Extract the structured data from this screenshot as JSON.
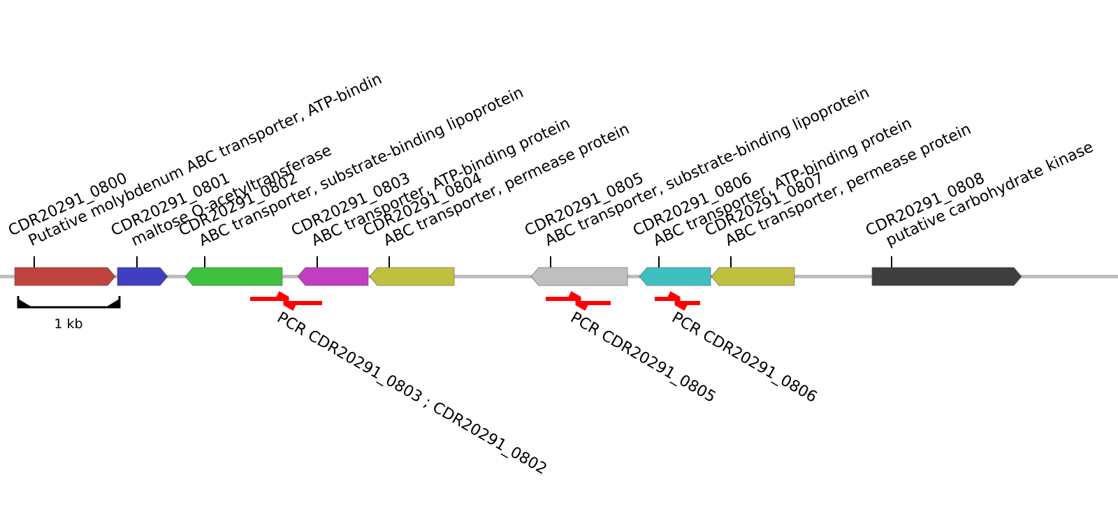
{
  "genes": [
    {
      "id": "CDR20291_0800",
      "product": "Putative molybdenum ABC transporter, ATP-bindin",
      "color": "#c0423f",
      "strand": "+"
    },
    {
      "id": "CDR20291_0801",
      "product": "maltose O-acetyltransferase",
      "color": "#3f3fc0",
      "strand": "+"
    },
    {
      "id": "CDR20291_0802",
      "product": "ABC transporter, substrate-binding lipoprotein",
      "color": "#3fc03f",
      "strand": "-"
    },
    {
      "id": "CDR20291_0803",
      "product": "ABC transporter, ATP-binding protein",
      "color": "#c03fc0",
      "strand": "-"
    },
    {
      "id": "CDR20291_0804",
      "product": "ABC transporter, permease protein",
      "color": "#c0c03f",
      "strand": "-"
    },
    {
      "id": "CDR20291_0805",
      "product": "ABC transporter, substrate-binding lipoprotein",
      "color": "#bfbfbf",
      "strand": "-"
    },
    {
      "id": "CDR20291_0806",
      "product": "ABC transporter, ATP-binding protein",
      "color": "#3fc0c0",
      "strand": "-"
    },
    {
      "id": "CDR20291_0807",
      "product": "ABC transporter, permease protein",
      "color": "#c0c03f",
      "strand": "-"
    },
    {
      "id": "CDR20291_0808",
      "product": "putative carbohydrate kinase",
      "color": "#3f3f3f",
      "strand": "+"
    }
  ],
  "pcr_products": [
    {
      "label": "PCR CDR20291_0803 ; CDR20291_0802",
      "color": "#ff0000"
    },
    {
      "label": "PCR CDR20291_0805",
      "color": "#ff0000"
    },
    {
      "label": "PCR CDR20291_0806",
      "color": "#ff0000"
    }
  ],
  "scale_bar": {
    "label": "1 kb"
  },
  "backbone_color": "#bbbbbb"
}
